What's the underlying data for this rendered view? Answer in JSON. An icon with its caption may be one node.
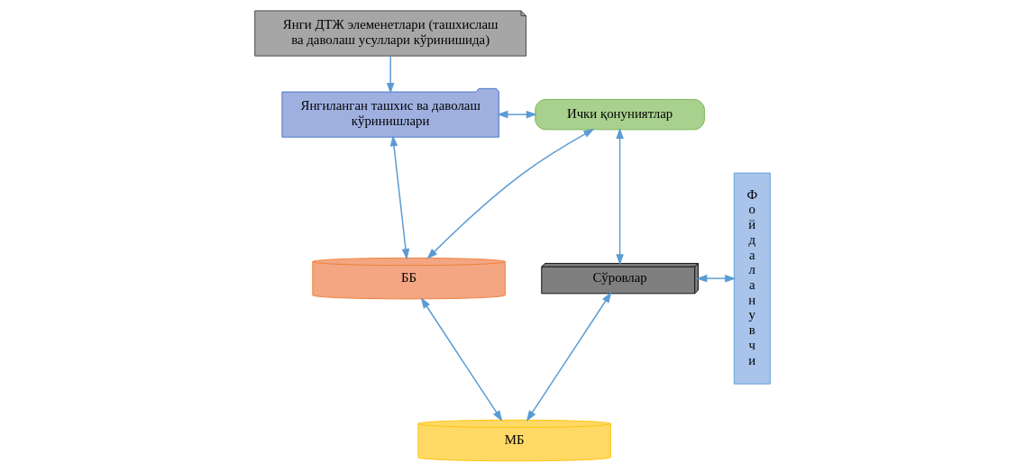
{
  "diagram": {
    "nodes": [
      {
        "text": [
          "Янги ДТЖ элеменетлари (ташхислаш ва даволаш усуллари кўринишида)"
        ]
      },
      {
        "text": [
          "Янгиланган ташхис ва даволаш кўринишлари"
        ]
      },
      {
        "text": [
          "Ички қонуниятлар"
        ]
      },
      {
        "text": [
          "Сўровлар"
        ]
      },
      {
        "text": [
          "Фойдаланувчи"
        ]
      },
      {
        "text": [
          "ББ"
        ]
      },
      {
        "text": [
          "МБ"
        ]
      }
    ],
    "edges": [
      {
        "from": 0,
        "to": 1,
        "arrow": "to"
      },
      {
        "from": 1,
        "to": 2,
        "arrow": "both"
      },
      {
        "from": 1,
        "to": 5,
        "arrow": "both"
      },
      {
        "from": 2,
        "to": 5,
        "arrow": "both"
      },
      {
        "from": 2,
        "to": 3,
        "arrow": "both"
      },
      {
        "from": 3,
        "to": 4,
        "arrow": "both"
      },
      {
        "from": 5,
        "to": 6,
        "arrow": "both"
      },
      {
        "from": 6,
        "to": 3,
        "arrow": "both"
      }
    ]
  }
}
